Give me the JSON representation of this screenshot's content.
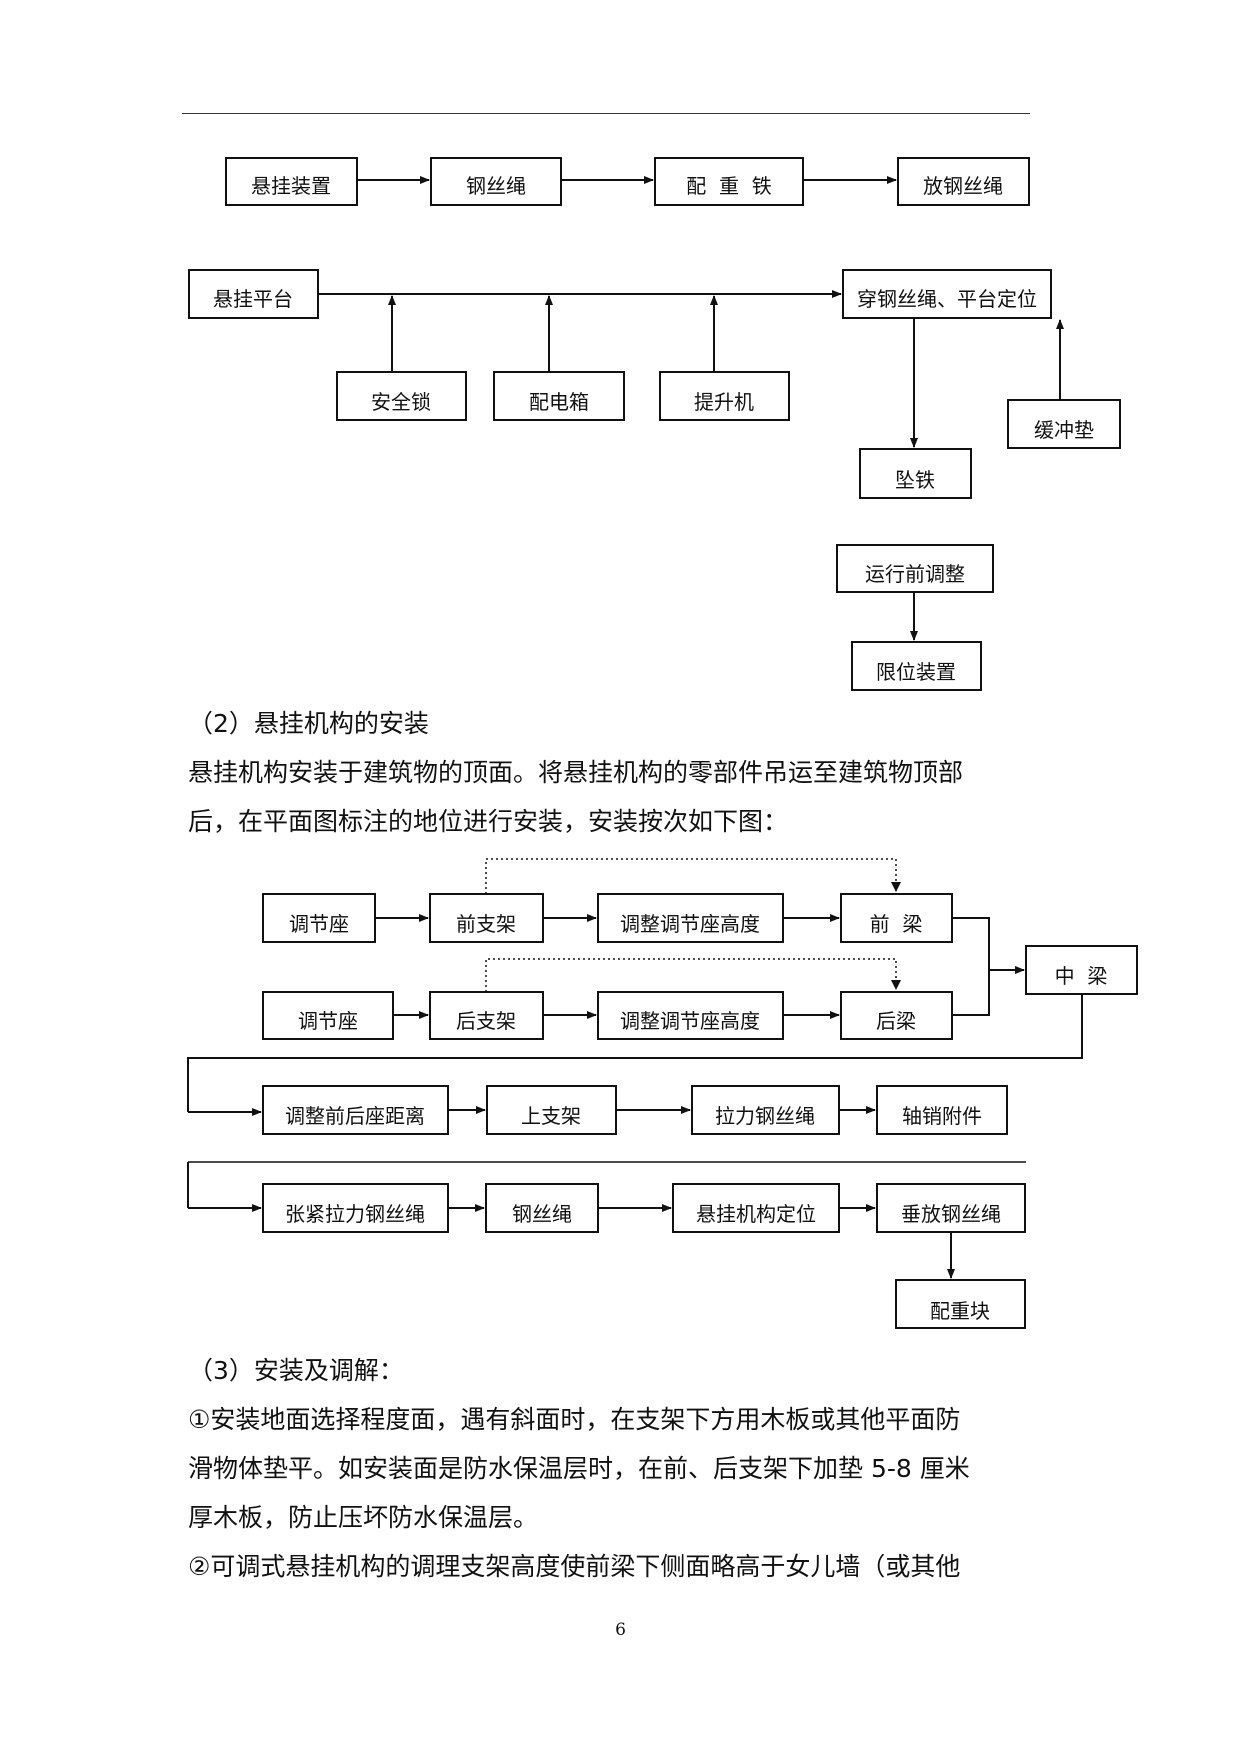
{
  "flowchart1": {
    "top_row": [
      "悬挂装置",
      "钢丝绳",
      "配  重  铁",
      "放钢丝绳"
    ],
    "platform": "悬挂平台",
    "parts": [
      "安全锁",
      "配电箱",
      "提升机"
    ],
    "positioning": "穿钢丝绳、平台定位",
    "buffer": "缓冲垫",
    "heavy_iron": "坠铁",
    "pre_run": "运行前调整",
    "limit_device": "限位装置"
  },
  "section2": {
    "heading": "（2）悬挂机构的安装",
    "lines": [
      "悬挂机构安装于建筑物的顶面。将悬挂机构的零部件吊运至建筑物顶部",
      "后，在平面图标注的地位进行安装，安装按次如下图："
    ]
  },
  "flowchart2": {
    "row1": [
      "调节座",
      "前支架",
      "调整调节座高度",
      "前  梁"
    ],
    "row2": [
      "调节座",
      "后支架",
      "调整调节座高度",
      "后梁"
    ],
    "middle_beam": "中  梁",
    "row3": [
      "调整前后座距离",
      "上支架",
      "拉力钢丝绳",
      "轴销附件"
    ],
    "row4": [
      "张紧拉力钢丝绳",
      "钢丝绳",
      "悬挂机构定位",
      "垂放钢丝绳"
    ],
    "counterweight": "配重块"
  },
  "section3": {
    "heading": "（3）安装及调解：",
    "lines": [
      "①安装地面选择程度面，遇有斜面时，在支架下方用木板或其他平面防",
      "滑物体垫平。如安装面是防水保温层时，在前、后支架下加垫 5-8 厘米",
      "厚木板，防止压坏防水保温层。",
      "②可调式悬挂机构的调理支架高度使前梁下侧面略高于女儿墙（或其他"
    ]
  },
  "page_number": "6"
}
